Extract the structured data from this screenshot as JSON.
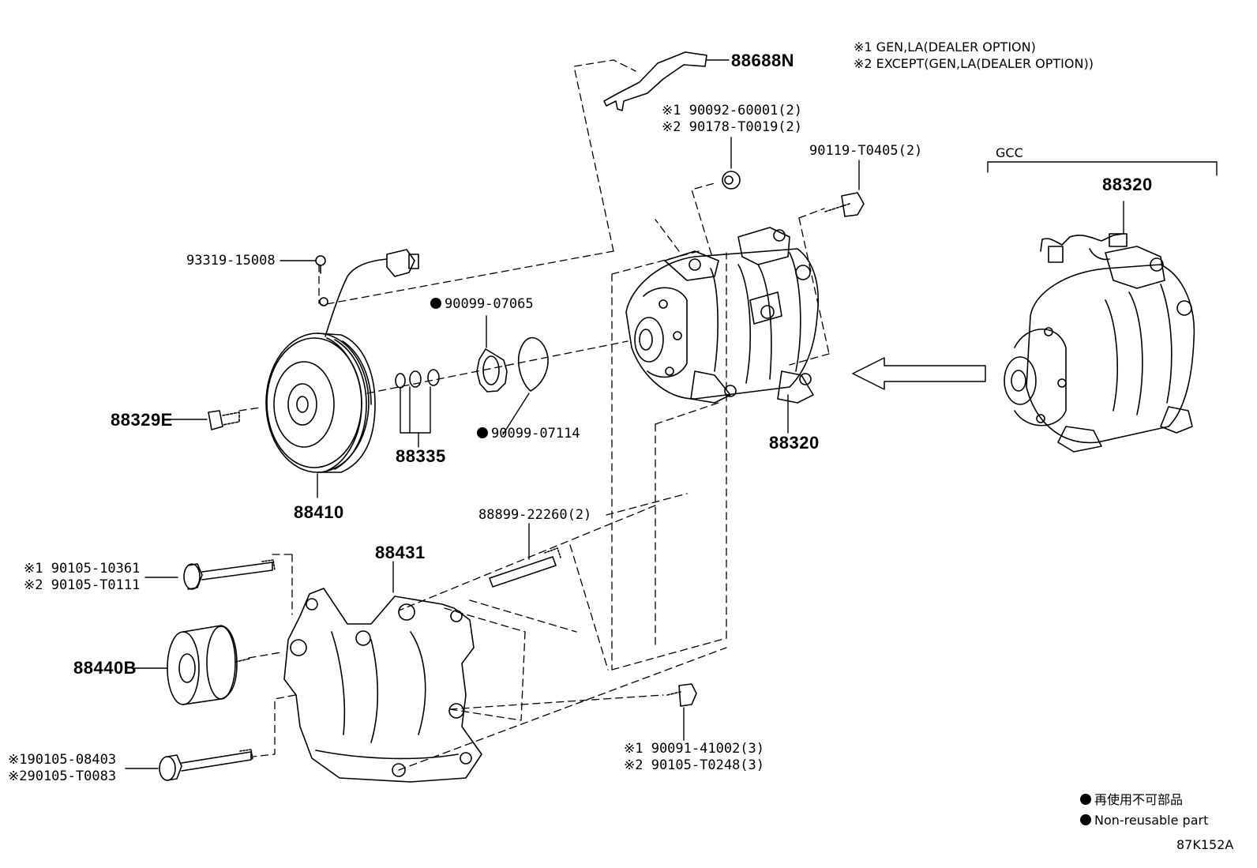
{
  "notes": {
    "line1": "※1 GEN,LA(DEALER OPTION)",
    "line2": "※2 EXCEPT(GEN,LA(DEALER OPTION))"
  },
  "variant_label": "GCC",
  "parts": {
    "p_88688N": "88688N",
    "p_90092_1": "※1 90092-60001(2)",
    "p_90178_2": "※2 90178-T0019(2)",
    "p_90119": "90119-T0405(2)",
    "p_88320_gcc": "88320",
    "p_93319": "93319-15008",
    "p_90099_07065": "90099-07065",
    "p_90099_07114": "90099-07114",
    "p_88329E": "88329E",
    "p_88335": "88335",
    "p_88320": "88320",
    "p_88410": "88410",
    "p_88899": "88899-22260(2)",
    "p_88431": "88431",
    "p_90105_10361": "※1 90105-10361",
    "p_90105_T0111": "※2 90105-T0111",
    "p_88440B": "88440B",
    "p_90105_08403": "※190105-08403",
    "p_90105_T0083": "※290105-T0083",
    "p_90091": "※1 90091-41002(3)",
    "p_90105_T0248": "※2 90105-T0248(3)"
  },
  "legend": {
    "jp": "再使用不可部品",
    "en": "Non-reusable part"
  },
  "diagram_code": "87K152A"
}
